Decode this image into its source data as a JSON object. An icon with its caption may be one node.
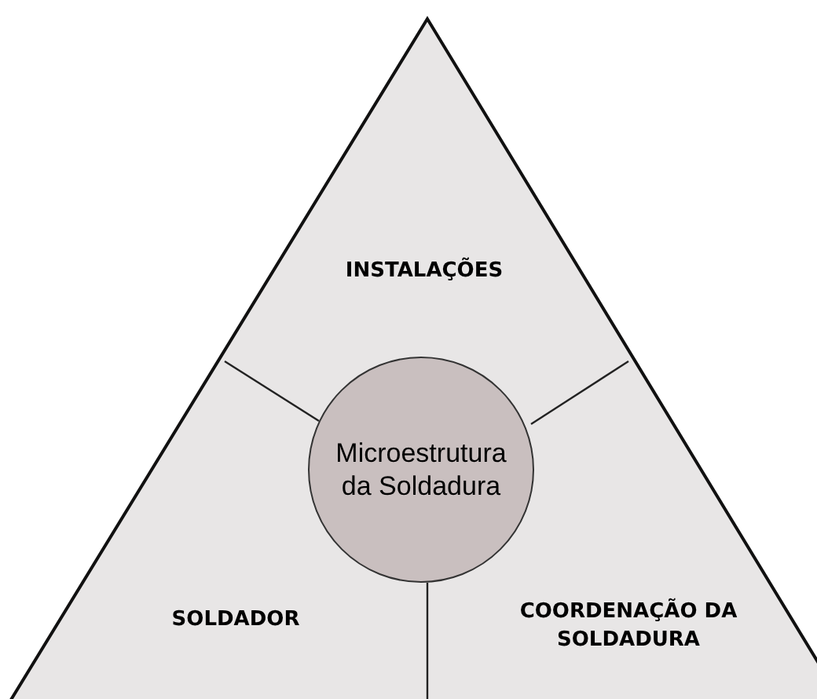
{
  "diagram": {
    "nodes": [
      {
        "text": [
          "INSTALAÇÕES",
          "SOLDADOR",
          "COORDENAÇÃO DA SOLDADURA"
        ]
      },
      {
        "text": [
          "Microestrutura da Soldadura"
        ],
        "in": 0
      }
    ]
  }
}
